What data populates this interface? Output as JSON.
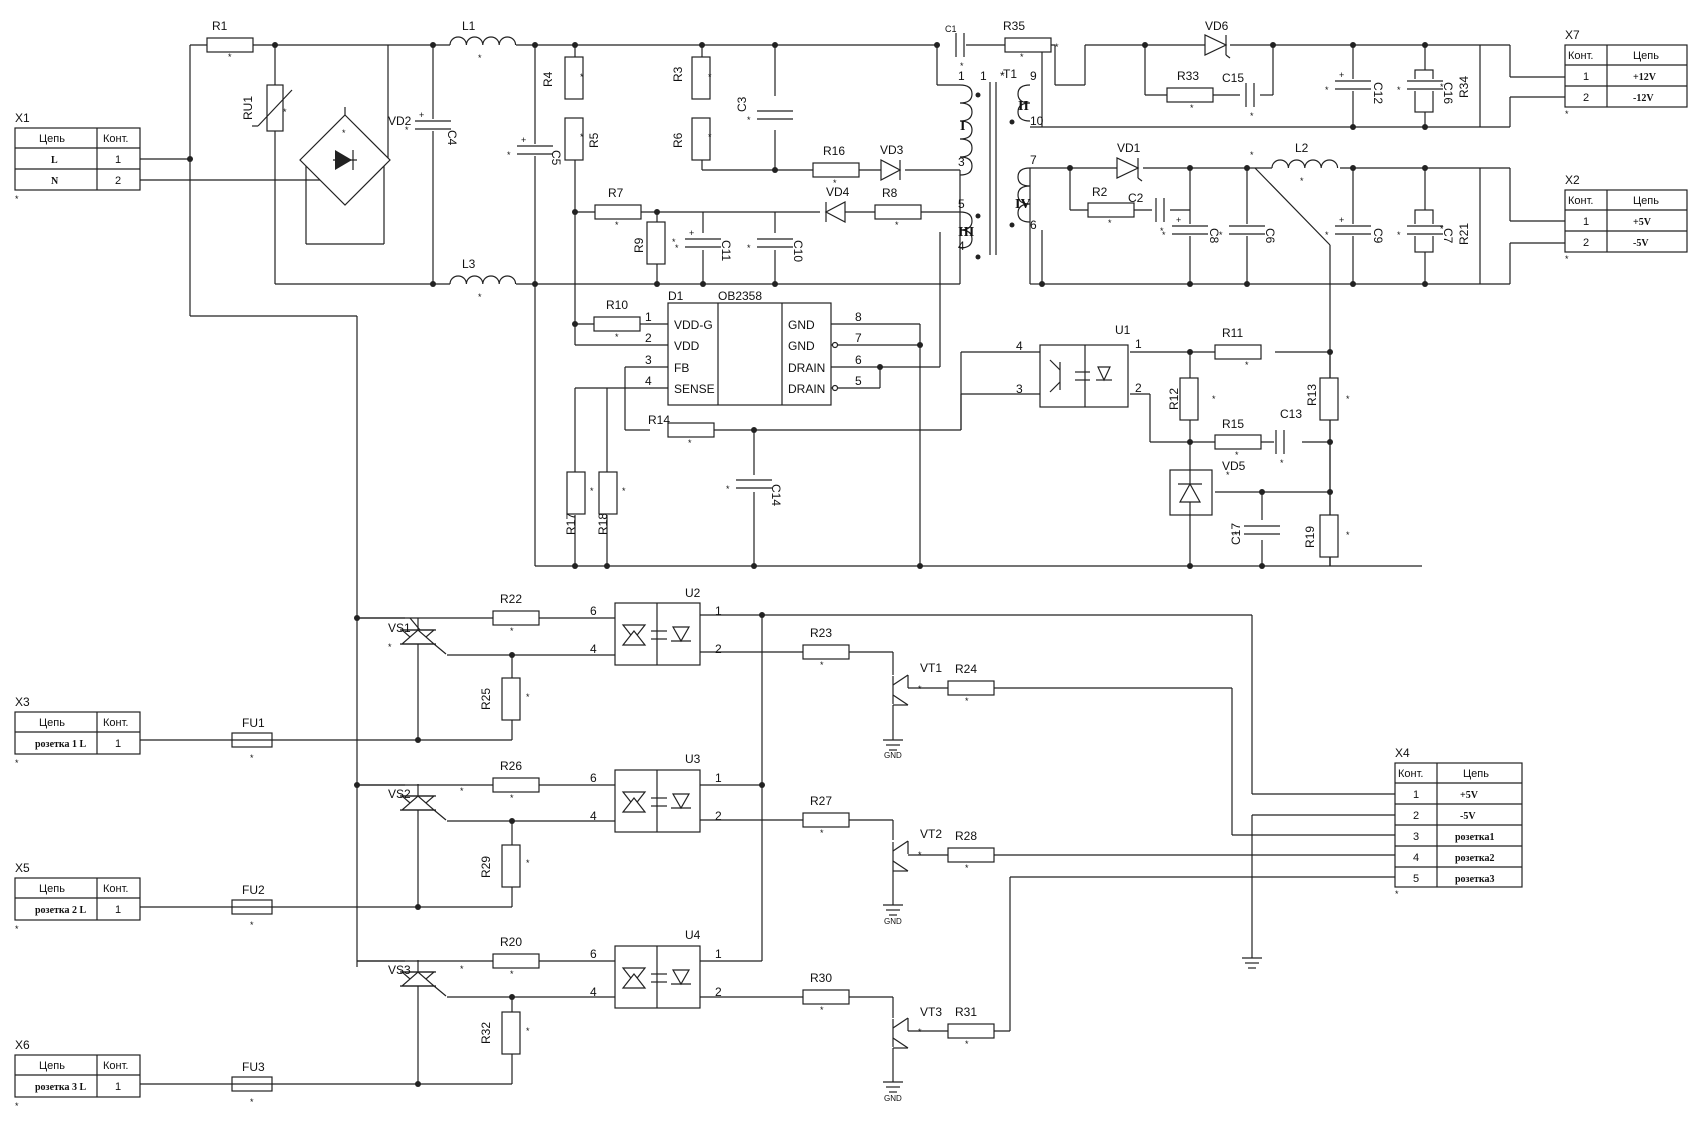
{
  "connectors": {
    "X1": {
      "ref": "X1",
      "h_circuit": "Цепь",
      "h_contact": "Конт.",
      "rows": [
        {
          "net": "L",
          "pin": "1"
        },
        {
          "net": "N",
          "pin": "2"
        }
      ]
    },
    "X3": {
      "ref": "X3",
      "h_circuit": "Цепь",
      "h_contact": "Конт.",
      "rows": [
        {
          "net": "розетка 1 L",
          "pin": "1"
        }
      ]
    },
    "X5": {
      "ref": "X5",
      "h_circuit": "Цепь",
      "h_contact": "Конт.",
      "rows": [
        {
          "net": "розетка 2 L",
          "pin": "1"
        }
      ]
    },
    "X6": {
      "ref": "X6",
      "h_circuit": "Цепь",
      "h_contact": "Конт.",
      "rows": [
        {
          "net": "розетка 3 L",
          "pin": "1"
        }
      ]
    },
    "X7": {
      "ref": "X7",
      "h_contact": "Конт.",
      "h_circuit": "Цепь",
      "rows": [
        {
          "pin": "1",
          "net": "+12V"
        },
        {
          "pin": "2",
          "net": "-12V"
        }
      ]
    },
    "X2": {
      "ref": "X2",
      "h_contact": "Конт.",
      "h_circuit": "Цепь",
      "rows": [
        {
          "pin": "1",
          "net": "+5V"
        },
        {
          "pin": "2",
          "net": "-5V"
        }
      ]
    },
    "X4": {
      "ref": "X4",
      "h_contact": "Конт.",
      "h_circuit": "Цепь",
      "rows": [
        {
          "pin": "1",
          "net": "+5V"
        },
        {
          "pin": "2",
          "net": "-5V"
        },
        {
          "pin": "3",
          "net": "розетка1"
        },
        {
          "pin": "4",
          "net": "розетка2"
        },
        {
          "pin": "5",
          "net": "розетка3"
        }
      ]
    }
  },
  "ic": {
    "ref": "D1",
    "part": "OB2358",
    "left_pins": [
      {
        "num": "1",
        "name": "VDD-G"
      },
      {
        "num": "2",
        "name": "VDD"
      },
      {
        "num": "3",
        "name": "FB"
      },
      {
        "num": "4",
        "name": "SENSE"
      }
    ],
    "right_pins": [
      {
        "num": "8",
        "name": "GND"
      },
      {
        "num": "7",
        "name": "GND"
      },
      {
        "num": "6",
        "name": "DRAIN"
      },
      {
        "num": "5",
        "name": "DRAIN"
      }
    ]
  },
  "transformer": {
    "ref": "T1",
    "windings": [
      "I",
      "II",
      "III",
      "IV"
    ],
    "pins": [
      "1",
      "3",
      "5",
      "4",
      "9",
      "10",
      "7",
      "6"
    ]
  },
  "labels": {
    "R1": "R1",
    "RU1": "RU1",
    "L1": "L1",
    "L3": "L3",
    "VD2": "VD2",
    "C4": "C4",
    "C5": "C5",
    "R4": "R4",
    "R5": "R5",
    "R3": "R3",
    "R6": "R6",
    "C3": "C3",
    "C1": "C1",
    "R35": "R35",
    "R16": "R16",
    "VD3": "VD3",
    "R7": "R7",
    "VD4": "VD4",
    "R8": "R8",
    "R9": "R9",
    "C11": "C11",
    "C10": "C10",
    "R10": "R10",
    "R14": "R14",
    "C14": "C14",
    "R17": "R17",
    "R18": "R18",
    "VD6": "VD6",
    "R33": "R33",
    "C15": "C15",
    "C12": "C12",
    "C16": "C16",
    "R34": "R34",
    "VD1": "VD1",
    "R2": "R2",
    "C2": "C2",
    "L2": "L2",
    "C8": "C8",
    "C6": "C6",
    "C9": "C9",
    "C7": "C7",
    "R21": "R21",
    "U1": "U1",
    "R11": "R11",
    "R12": "R12",
    "R13": "R13",
    "R15": "R15",
    "C13": "C13",
    "VD5": "VD5",
    "C17": "C17",
    "R19": "R19",
    "U2": "U2",
    "U3": "U3",
    "U4": "U4",
    "VS1": "VS1",
    "VS2": "VS2",
    "VS3": "VS3",
    "R22": "R22",
    "R25": "R25",
    "R23": "R23",
    "VT1": "VT1",
    "R24": "R24",
    "R26": "R26",
    "R29": "R29",
    "R27": "R27",
    "VT2": "VT2",
    "R28": "R28",
    "R20": "R20",
    "R32": "R32",
    "R30": "R30",
    "VT3": "VT3",
    "R31": "R31",
    "FU1": "FU1",
    "FU2": "FU2",
    "FU3": "FU3",
    "gnd": "GND",
    "star": "*"
  }
}
